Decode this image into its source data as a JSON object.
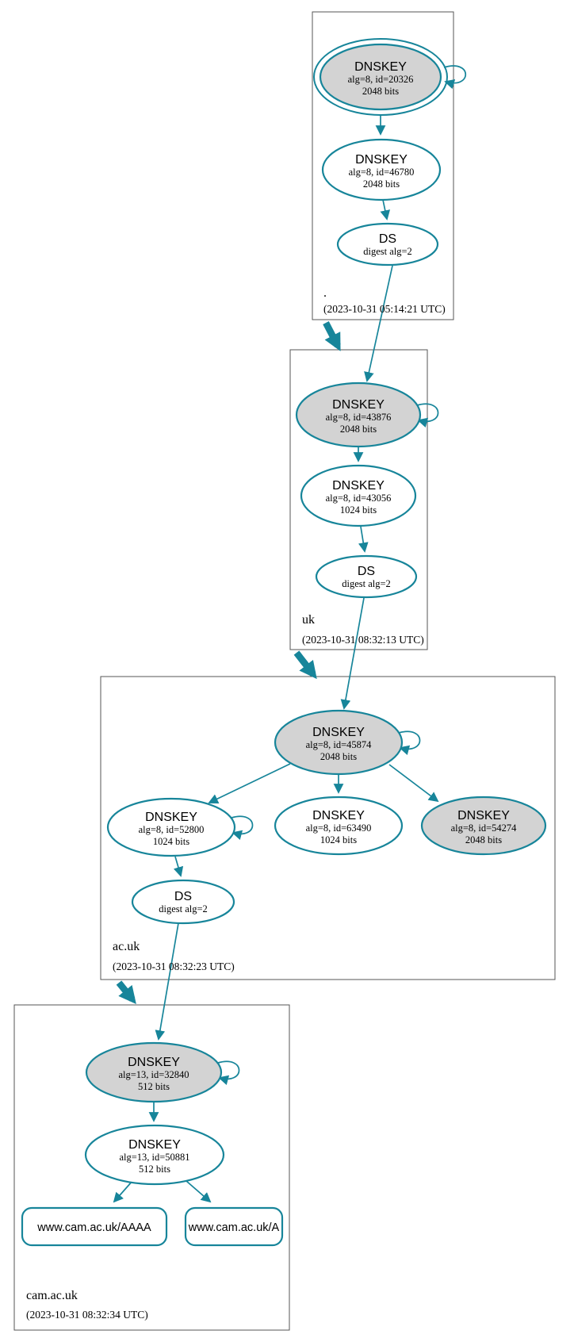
{
  "colors": {
    "accent_teal": "#17859a",
    "sep_node_fill": "#d3d3d3",
    "node_fill": "#ffffff",
    "zone_border": "#565656",
    "background": "#ffffff"
  },
  "zones": [
    {
      "label": ".",
      "timestamp": "(2023-10-31 05:14:21 UTC)",
      "ksk": {
        "title": "DNSKEY",
        "attrs": "alg=8, id=20326",
        "bits": "2048 bits"
      },
      "zsk": {
        "title": "DNSKEY",
        "attrs": "alg=8, id=46780",
        "bits": "2048 bits"
      },
      "ds": {
        "title": "DS",
        "attrs": "digest alg=2"
      }
    },
    {
      "label": "uk",
      "timestamp": "(2023-10-31 08:32:13 UTC)",
      "ksk": {
        "title": "DNSKEY",
        "attrs": "alg=8, id=43876",
        "bits": "2048 bits"
      },
      "zsk": {
        "title": "DNSKEY",
        "attrs": "alg=8, id=43056",
        "bits": "1024 bits"
      },
      "ds": {
        "title": "DS",
        "attrs": "digest alg=2"
      }
    },
    {
      "label": "ac.uk",
      "timestamp": "(2023-10-31 08:32:23 UTC)",
      "ksk": {
        "title": "DNSKEY",
        "attrs": "alg=8, id=45874",
        "bits": "2048 bits"
      },
      "zsk1": {
        "title": "DNSKEY",
        "attrs": "alg=8, id=52800",
        "bits": "1024 bits"
      },
      "zsk2": {
        "title": "DNSKEY",
        "attrs": "alg=8, id=63490",
        "bits": "1024 bits"
      },
      "ksk2": {
        "title": "DNSKEY",
        "attrs": "alg=8, id=54274",
        "bits": "2048 bits"
      },
      "ds": {
        "title": "DS",
        "attrs": "digest alg=2"
      }
    },
    {
      "label": "cam.ac.uk",
      "timestamp": "(2023-10-31 08:32:34 UTC)",
      "ksk": {
        "title": "DNSKEY",
        "attrs": "alg=13, id=32840",
        "bits": "512 bits"
      },
      "zsk": {
        "title": "DNSKEY",
        "attrs": "alg=13, id=50881",
        "bits": "512 bits"
      },
      "records": [
        {
          "label": "www.cam.ac.uk/AAAA"
        },
        {
          "label": "www.cam.ac.uk/A"
        }
      ]
    }
  ]
}
